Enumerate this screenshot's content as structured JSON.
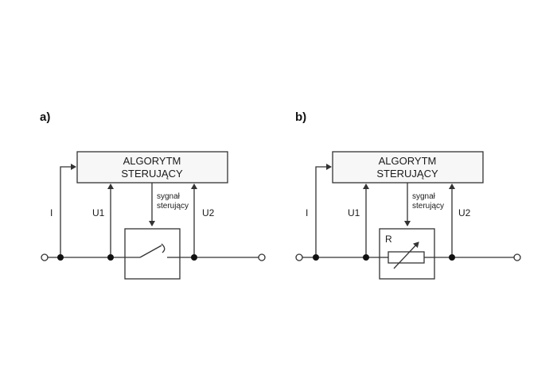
{
  "diagrams": [
    {
      "panel_label": "a)",
      "block_line1": "ALGORYTM",
      "block_line2": "STERUJĄCY",
      "signal_line1": "sygnał",
      "signal_line2": "sterujący",
      "current_label": "I",
      "voltage_in_label": "U1",
      "voltage_out_label": "U2",
      "element": "switch"
    },
    {
      "panel_label": "b)",
      "block_line1": "ALGORYTM",
      "block_line2": "STERUJĄCY",
      "signal_line1": "sygnał",
      "signal_line2": "sterujący",
      "current_label": "I",
      "voltage_in_label": "U1",
      "voltage_out_label": "U2",
      "element": "variable-resistor",
      "element_label": "R"
    }
  ],
  "colors": {
    "line": "#333333",
    "block_fill": "#f7f7f7"
  }
}
